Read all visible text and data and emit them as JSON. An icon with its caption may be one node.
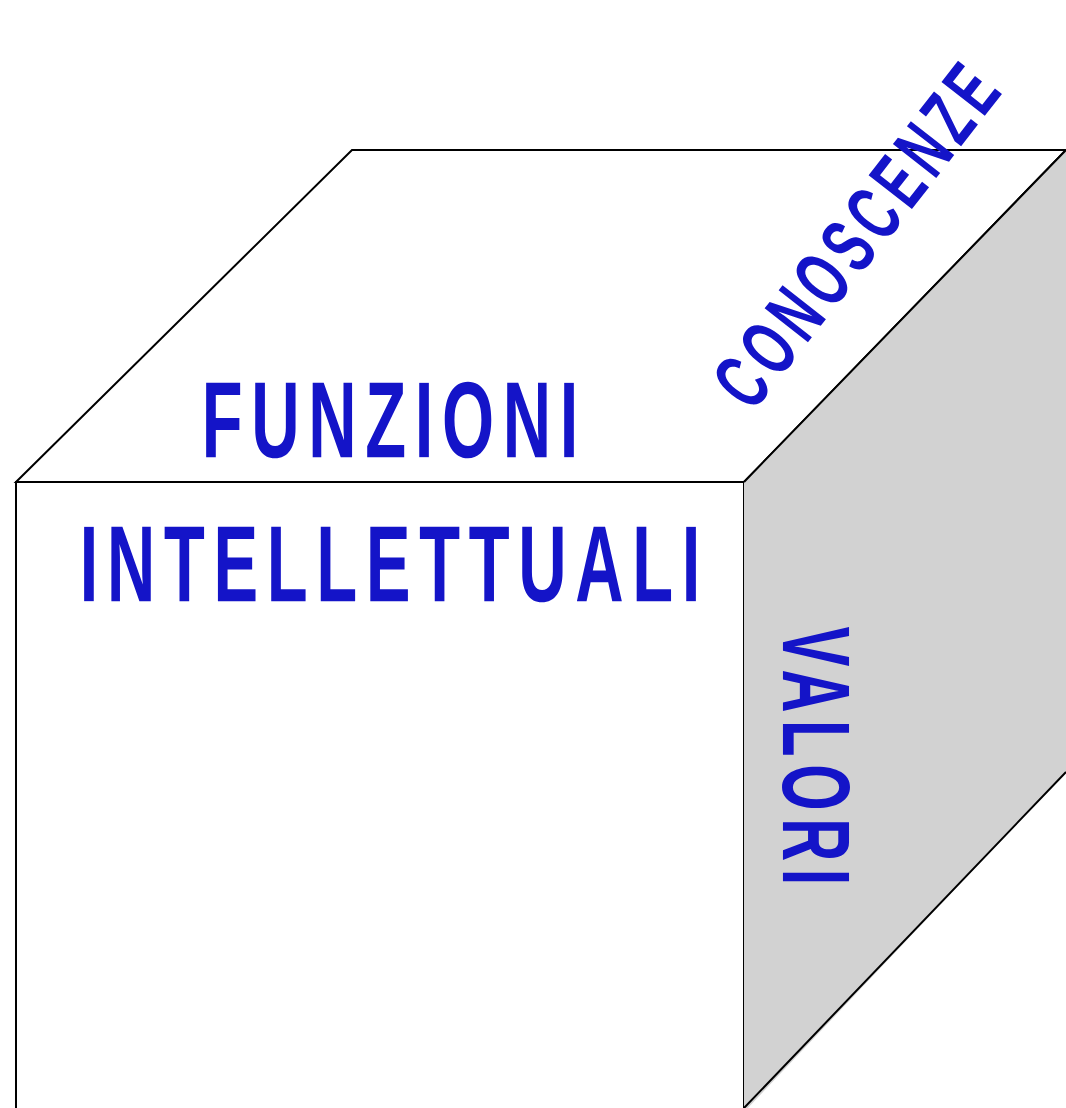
{
  "diagram": {
    "labels": [
      "FUNZIONI INTELLETTUALI",
      "CONOSCENZE",
      "VALORI"
    ]
  }
}
